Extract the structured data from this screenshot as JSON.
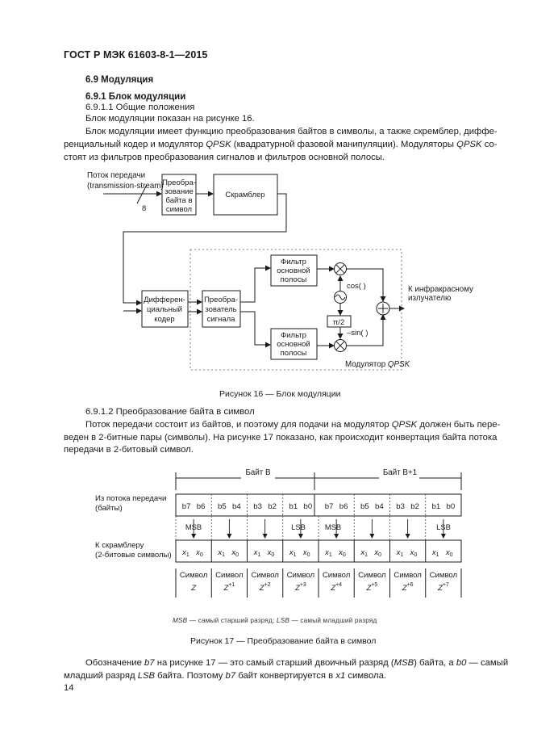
{
  "header": "ГОСТ Р МЭК 61603-8-1—2015",
  "section_title": "6.9 Модуляция",
  "subsection_title": "6.9.1 Блок модуляции",
  "sub_general": "6.9.1.1 Общие положения",
  "para1": "Блок модуляции показан на рисунке 16.",
  "para2_l1": "Блок модуляции имеет функцию преобразования байтов в символы, а также скремблер, диффе-",
  "para2_l2a": "ренциальный кодер и модулятор ",
  "para2_l2b": "QPSK",
  "para2_l2c": " (квадратурной фазовой манипуляции). Модуляторы ",
  "para2_l2d": "QPSK",
  "para2_l2e": " со-",
  "para2_l3": "стоят из фильтров преобразования сигналов и фильтров основной полосы.",
  "fig16": {
    "input_l1": "Поток передачи",
    "input_l2": "(transmission-stream)",
    "bus_width": "8",
    "b2s_l1": "Преобра-",
    "b2s_l2": "зование",
    "b2s_l3": "байта в",
    "b2s_l4": "символ",
    "scrambler": "Скрамблер",
    "diff_l1": "Дифферен-",
    "diff_l2": "циальный",
    "diff_l3": "кодер",
    "conv_l1": "Преобра-",
    "conv_l2": "зователь",
    "conv_l3": "сигнала",
    "filt_l1": "Фильтр",
    "filt_l2": "основной",
    "filt_l3": "полосы",
    "cos": "cos( )",
    "sin": "–sin( )",
    "pi2": "π/2",
    "out_l1": "К инфракрасному",
    "out_l2": "излучателю",
    "mod_label_a": "Модулятор ",
    "mod_label_b": "QPSK",
    "caption": "Рисунок 16 — Блок модуляции"
  },
  "sub_byte": "6.9.1.2 Преобразование байта в символ",
  "para3_l1a": "Поток передачи состоит из байтов, и поэтому для подачи на модулятор ",
  "para3_l1b": "QPSK",
  "para3_l1c": " должен быть пере-",
  "para3_l2": "веден в 2-битные пары (символы). На рисунке 17 показано, как происходит конвертация байта потока",
  "para3_l3": "передачи в 2-битовый символ.",
  "fig17": {
    "byte_b": "Байт В",
    "byte_b1": "Байт В+1",
    "row1_l1": "Из потока передачи",
    "row1_l2": "(байты)",
    "bits": [
      "b7",
      "b6",
      "b5",
      "b4",
      "b3",
      "b2",
      "b1",
      "b0",
      "b7",
      "b6",
      "b5",
      "b4",
      "b3",
      "b2",
      "b1",
      "b0"
    ],
    "msb": "MSB",
    "lsb": "LSB",
    "row2_l1": "К скрамблеру",
    "row2_l2": "(2-битовые символы)",
    "sym_x1": "x",
    "sym_sub1": "1",
    "sym_x0": "x",
    "sym_sub0": "0",
    "symbol_word": "Символ",
    "z": "Z",
    "z_exps": [
      "",
      "+1",
      "+2",
      "+3",
      "+4",
      "+5",
      "+6",
      "+7"
    ],
    "note_a": "MSB",
    "note_b": " — самый старший разряд; ",
    "note_c": "LSB",
    "note_d": " — самый младший разряд",
    "caption": "Рисунок 17 — Преобразование байта в символ"
  },
  "para4_l1a": "Обозначение ",
  "para4_l1b": "b7",
  "para4_l1c": " на рисунке 17 — это самый старший двоичный разряд (",
  "para4_l1d": "MSB",
  "para4_l1e": ") байта, а ",
  "para4_l1f": "b0",
  "para4_l1g": " — самый",
  "para4_l2a": "младший разряд ",
  "para4_l2b": "LSB",
  "para4_l2c": " байта. Поэтому ",
  "para4_l2d": "b7",
  "para4_l2e": " байт конвертируется в ",
  "para4_l2f": "x1",
  "para4_l2g": " символа.",
  "page_number": "14"
}
